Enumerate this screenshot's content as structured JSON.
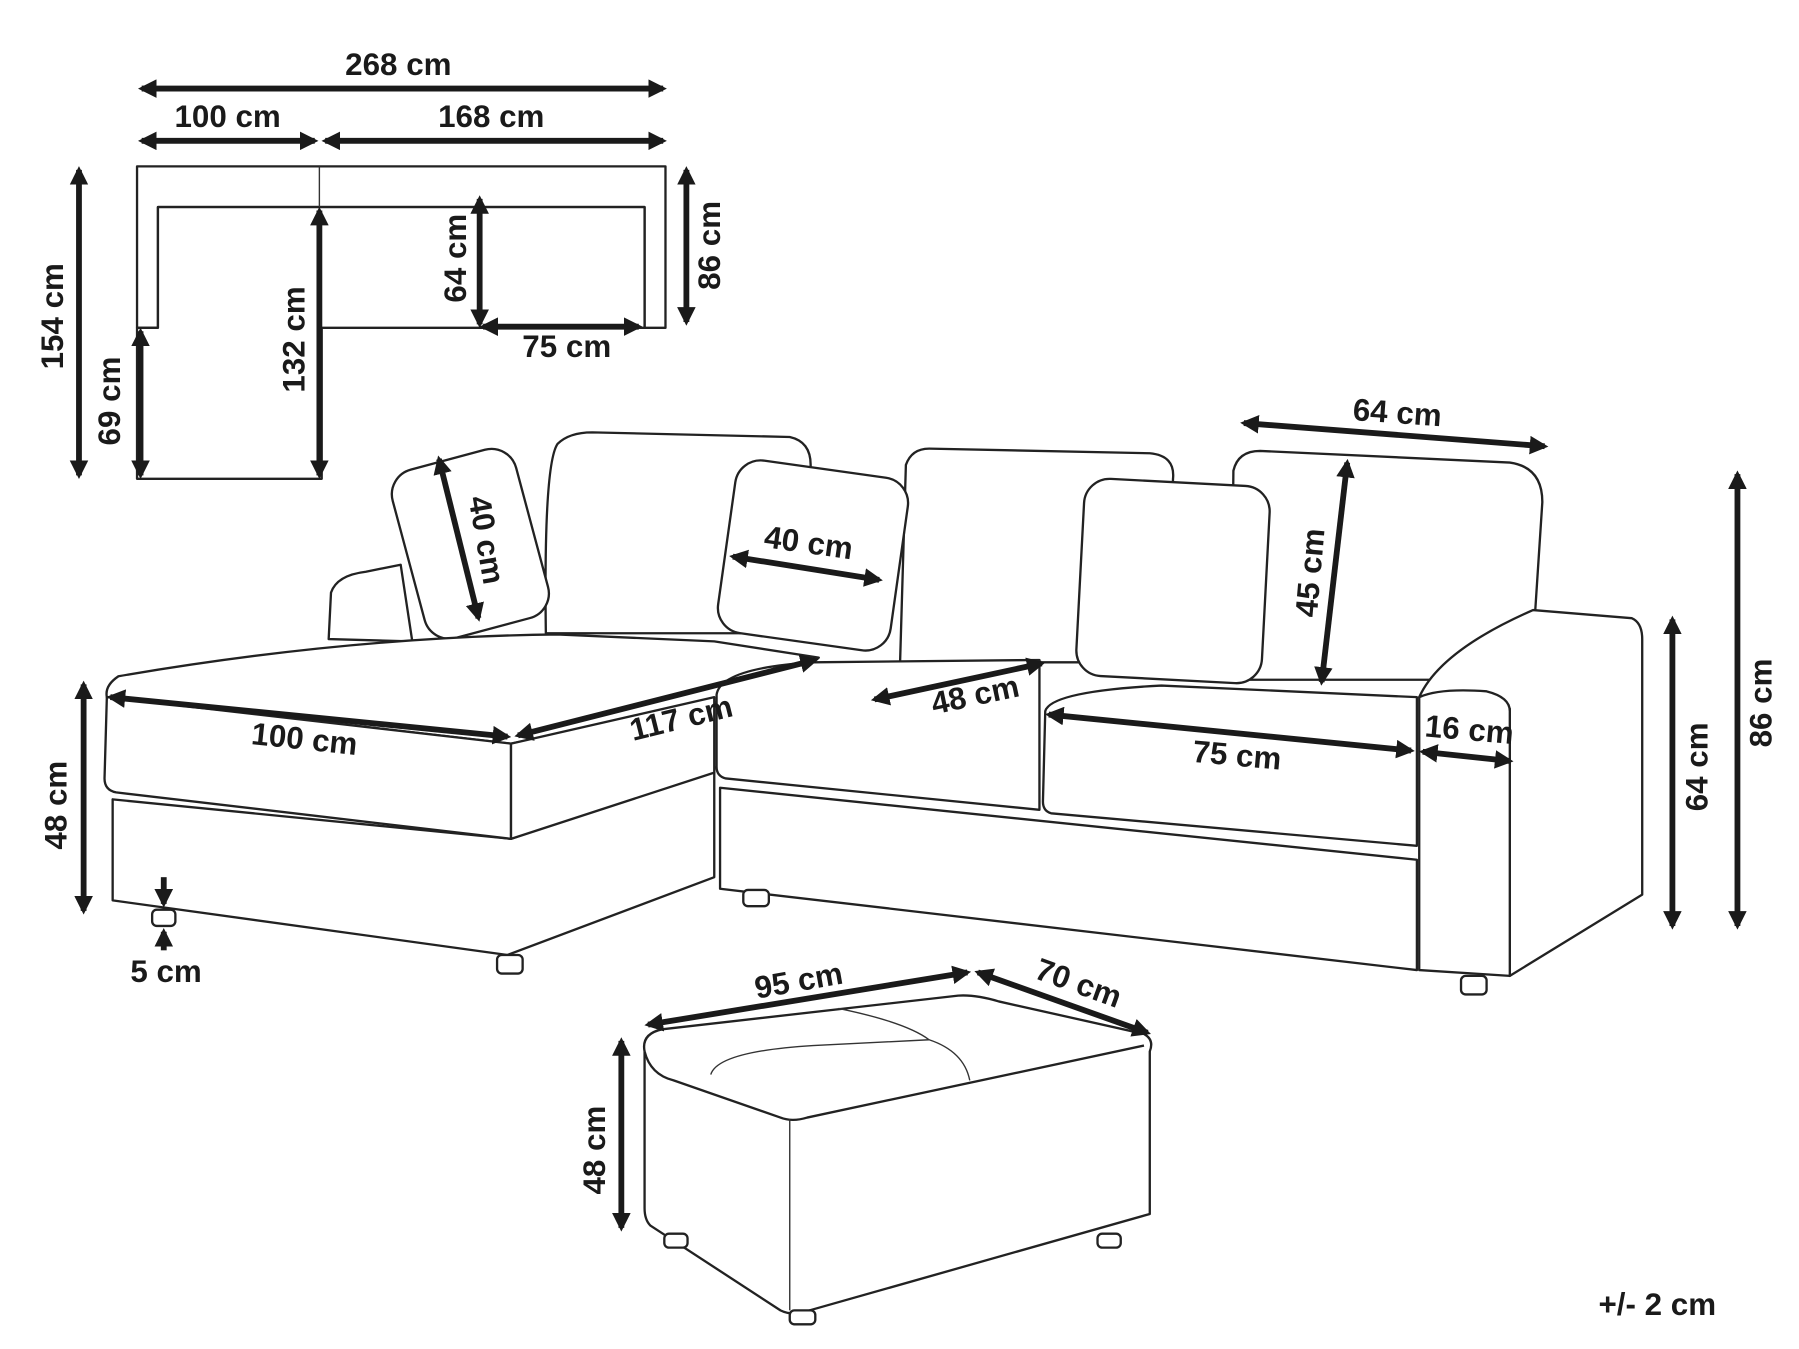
{
  "floor_plan": {
    "total_width": "268 cm",
    "chaise_width": "100 cm",
    "sofa_width": "168 cm",
    "total_depth": "154 cm",
    "chaise_extension": "69 cm",
    "chaise_length": "132 cm",
    "seat_depth": "64 cm",
    "sofa_depth": "86 cm",
    "seat_width": "75 cm"
  },
  "sofa_view": {
    "pillow_left": "40 cm",
    "pillow_middle": "40 cm",
    "back_cushion_width": "64 cm",
    "back_cushion_height": "45 cm",
    "chaise_seat_width": "100 cm",
    "chaise_seat_length": "117 cm",
    "seat_depth": "48 cm",
    "seat_width": "75 cm",
    "armrest_width": "16 cm",
    "seat_height_total": "48 cm",
    "arm_height": "64 cm",
    "total_height": "86 cm",
    "leg_height": "5 cm"
  },
  "ottoman": {
    "width": "95 cm",
    "depth": "70 cm",
    "height": "48 cm"
  },
  "tolerance": "+/- 2 cm"
}
